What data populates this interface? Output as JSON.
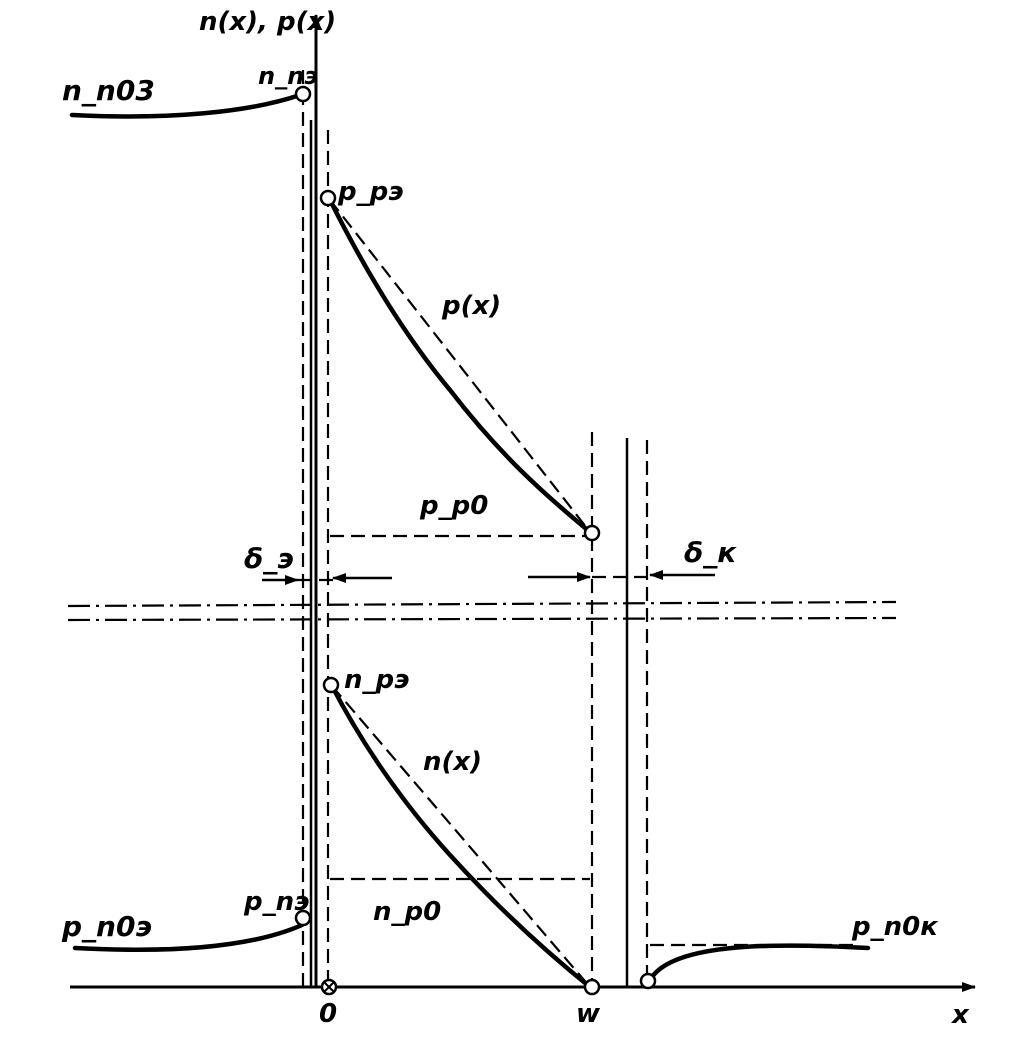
{
  "labels": {
    "y_axis": "n(x), p(x)",
    "x_axis": "x",
    "origin": "0",
    "w_mark": "w",
    "n_n0e": "n_n03",
    "n_ne": "n_nэ",
    "p_pe": "p_pэ",
    "p_x": "p(x)",
    "p_p0": "p_p0",
    "delta_e": "δ_э",
    "delta_k": "δ_к",
    "n_pe": "n_pэ",
    "n_x": "n(x)",
    "p_ne": "p_nэ",
    "n_p0": "n_p0",
    "p_n0e": "p_n0э",
    "p_n0k": "p_n0к"
  }
}
